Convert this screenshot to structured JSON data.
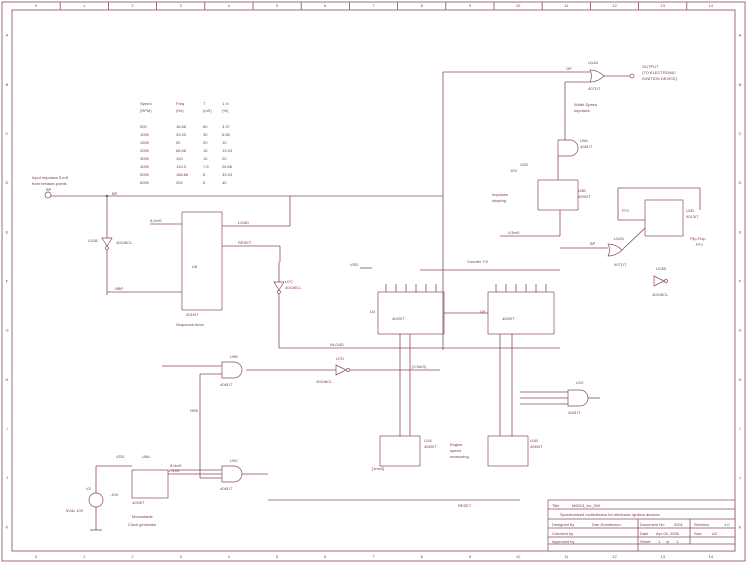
{
  "border": {
    "columns": [
      "0",
      "1",
      "2",
      "3",
      "4",
      "5",
      "6",
      "7",
      "8",
      "9",
      "10",
      "11",
      "12",
      "13",
      "14"
    ],
    "rows": [
      "A",
      "B",
      "C",
      "D",
      "E",
      "F",
      "G",
      "H",
      "I",
      "J",
      "K"
    ]
  },
  "table": {
    "headers": [
      [
        "Speed",
        "Freq",
        "T",
        "1 /4"
      ],
      [
        "(RPM)",
        "(Hz)",
        "(mS)",
        "(%)"
      ]
    ],
    "rows": [
      [
        "500",
        "16.66",
        "60",
        "3.37"
      ],
      [
        "1000",
        "33.33",
        "30",
        "6.66"
      ],
      [
        "1500",
        "50",
        "20",
        "10"
      ],
      [
        "2000",
        "66.66",
        "15",
        "13.33"
      ],
      [
        "3000",
        "100",
        "10",
        "20"
      ],
      [
        "4000",
        "133.3",
        "7.5",
        "26.66"
      ],
      [
        "5000",
        "166.66",
        "6",
        "33.33"
      ],
      [
        "6000",
        "200",
        "5",
        "40"
      ]
    ]
  },
  "labels": {
    "input": "Input impulses 5 mS",
    "input2": "from breaker-points",
    "bp": "BP",
    "bp2": "BP",
    "bp3": "BP",
    "u11b": "U11B",
    "u11b_part": "40106CL",
    "nbp": "NBP",
    "nbp2": "NBP",
    "five_ms": "5,0mS",
    "u6": "U6",
    "u6_part": "4015IT",
    "seq_timer": "Sequence timer",
    "load": "LOAD",
    "reset": "RESET",
    "reset2": "RESET",
    "u7c": "U7C",
    "u7c_part": "40106CL",
    "vdd1": "VDD",
    "vdd2": "VDD",
    "vdd3": "VDD",
    "v10": "10V",
    "counter": "Counter T/2",
    "u4": "U4",
    "u4_part": "4029IT",
    "u5": "U5",
    "u5_part": "4029IT",
    "nload": "NLOAD",
    "u7d": "U7D",
    "u7d_part": "40106CL",
    "half_load": "(0.5mS)",
    "u9b": "U9B",
    "u9b_part": "4081IT",
    "u9c": "U9C",
    "u9c_part": "4081IT",
    "five_ms2": "5,0mS",
    "nre": "NRE",
    "u1a": "U1A",
    "u1a_part": "4069IT",
    "u1b": "U1B",
    "u1b_part": "4069IT",
    "engine_speed": "Engine",
    "engine_speed2": "speed",
    "engine_speed3": "measuring",
    "u10": "U10",
    "u10_part": "4081IT",
    "u14a": "U14A",
    "u14a_part": "4071IT",
    "op": "OP",
    "output": "OUTPUT",
    "output2": "(TO ELECTRONIC",
    "output3": "IGNITION DEVICE)",
    "width_mod": "Width-Speed",
    "width_mod2": "impulses",
    "u9a": "U9A",
    "u9a_part": "4081IT",
    "u3b": "U3B",
    "u3b_part": "4093IT",
    "impulse_shaping": "Impulses",
    "impulse_shaping2": "shaping",
    "half_ms": "0,5mS",
    "u2b": "U2B",
    "u2b_part": "4013IT",
    "ffa": "FF1",
    "flip_flop": "Flip-Flop",
    "flip_flop2": "FF1",
    "u12d": "U12D",
    "u12d_part": "4071IT",
    "u13b": "U13B",
    "u13b_part": "40106CL",
    "u8a": "U8A",
    "u8a_part": "4093IT",
    "monostable": "Monostable",
    "monostable2": "Clock generator",
    "v2": "V2",
    "v2_val": "5Vdc 10V",
    "minus10": "-10V",
    "ten_ms": "1 0mS",
    "ten_ms2": "[1ms3]"
  },
  "titleblock": {
    "title_label": "Title",
    "title": "M6013_for_300",
    "subtitle": "Synchronized multivibrator for electronic ignition devices",
    "designed_label": "Designed by",
    "designed": "Dan Dumitrescu",
    "document_label": "Document No",
    "document": "0001",
    "revision_label": "Revision",
    "revision": "1.0",
    "checked_label": "Checked by",
    "date_label": "Date",
    "date": "Apr 04, 2006",
    "size_label": "Size",
    "size": "A3",
    "approved_label": "Approved by",
    "sheet_label": "Sheet",
    "sheet": "1",
    "of_label": "of",
    "of": "1"
  }
}
